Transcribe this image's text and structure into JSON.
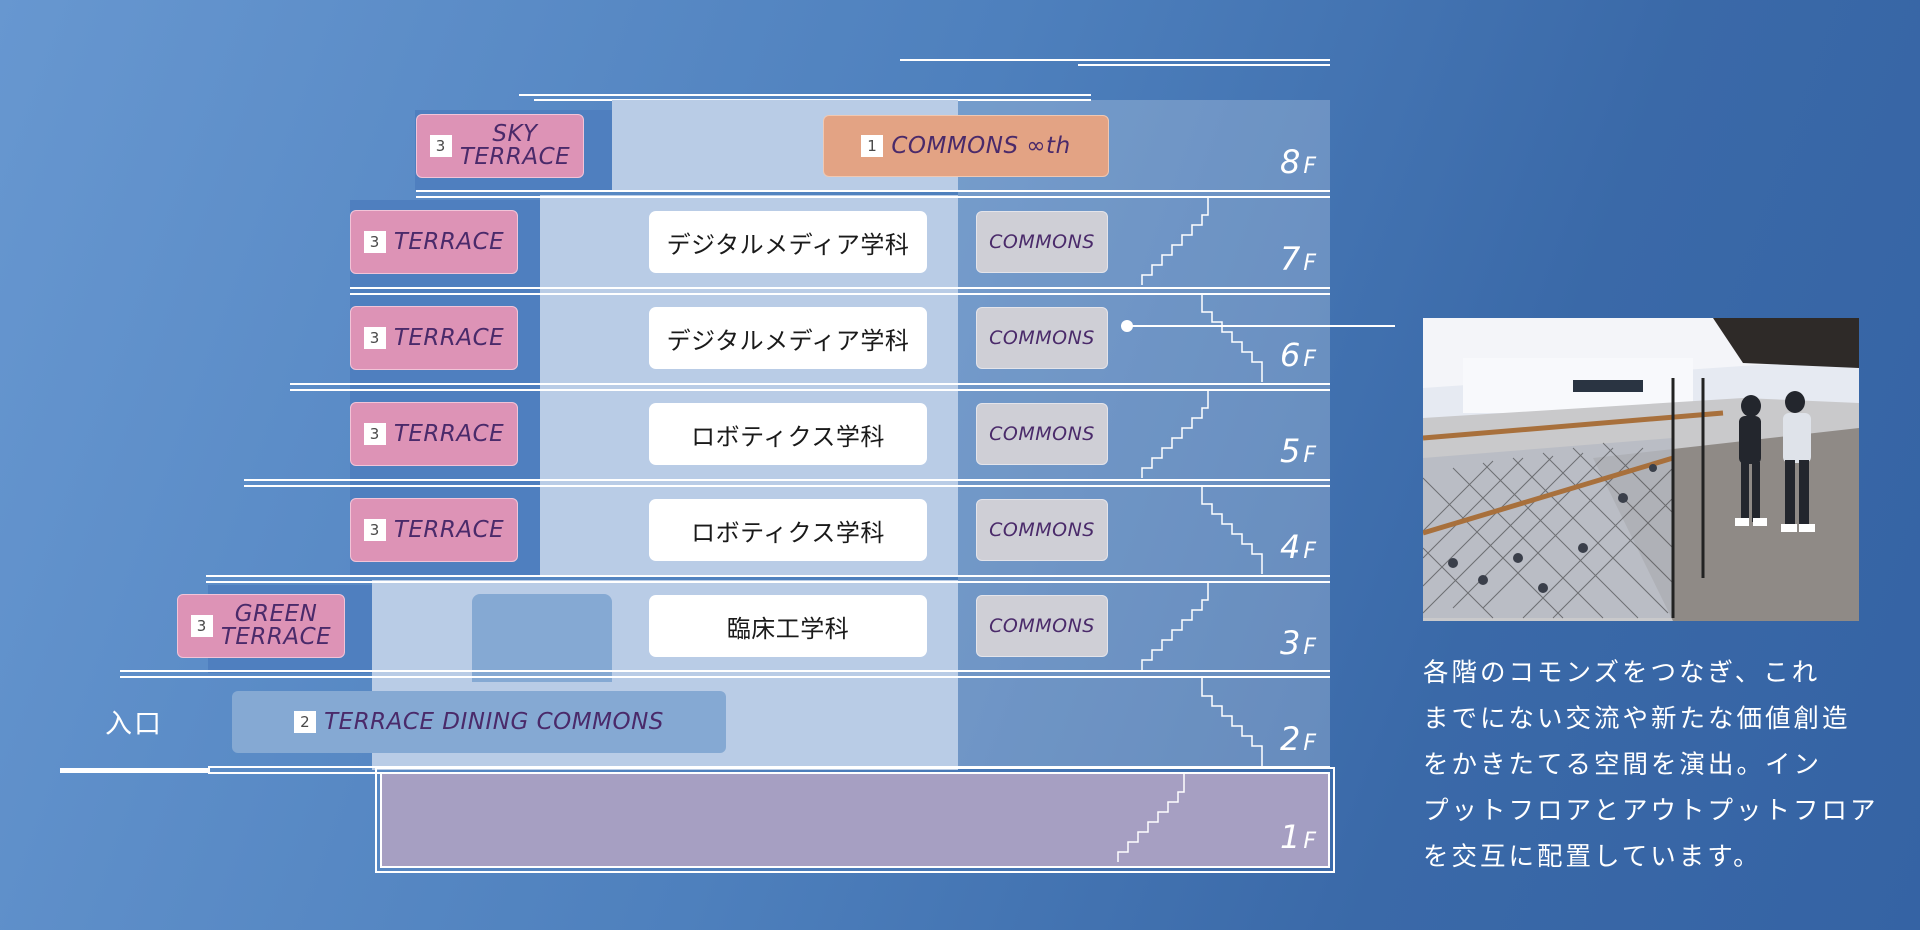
{
  "floors": [
    {
      "label": "8",
      "suffix": "F"
    },
    {
      "label": "7",
      "suffix": "F"
    },
    {
      "label": "6",
      "suffix": "F"
    },
    {
      "label": "5",
      "suffix": "F"
    },
    {
      "label": "4",
      "suffix": "F"
    },
    {
      "label": "3",
      "suffix": "F"
    },
    {
      "label": "2",
      "suffix": "F"
    },
    {
      "label": "1",
      "suffix": "F"
    }
  ],
  "terraces": {
    "sky_num": "3",
    "sky_line1": "SKY",
    "sky_line2": "TERRACE",
    "t7_num": "3",
    "t7": "TERRACE",
    "t6_num": "3",
    "t6": "TERRACE",
    "t5_num": "3",
    "t5": "TERRACE",
    "t4_num": "3",
    "t4": "TERRACE",
    "green_num": "3",
    "green_line1": "GREEN",
    "green_line2": "TERRACE",
    "dining_num": "2",
    "dining": "TERRACE DINING COMMONS"
  },
  "commons": {
    "infinity_num": "1",
    "infinity": "COMMONS ∞th",
    "c7": "COMMONS",
    "c6": "COMMONS",
    "c5": "COMMONS",
    "c4": "COMMONS",
    "c3": "COMMONS"
  },
  "departments": {
    "d7": "デジタルメディア学科",
    "d6": "デジタルメディア学科",
    "d5": "ロボティクス学科",
    "d4": "ロボティクス学科",
    "d3": "臨床工学科"
  },
  "entrance": "入口",
  "description": [
    "各階のコモンズをつなぎ、これ",
    "までにない交流や新たな価値創造",
    "をかきたてる空間を演出。イン",
    "プットフロアとアウトプットフロア",
    "を交互に配置しています。"
  ],
  "colors": {
    "background": "#4e80bd",
    "terrace_pink": "#dd93b6",
    "commons_orange": "#e3a384",
    "commons_gray": "#cfcfd6",
    "dining_blue": "#85a9d3",
    "floor1_lavender": "#a69fc2"
  }
}
